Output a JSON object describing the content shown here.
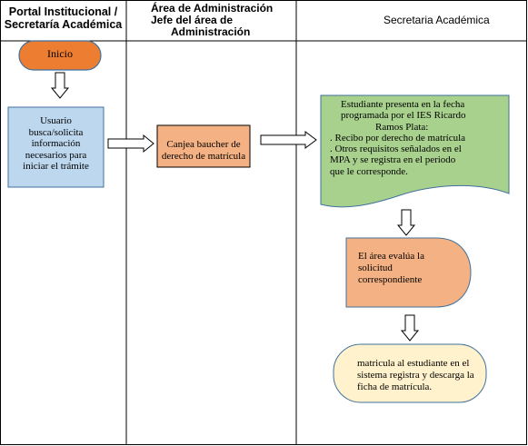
{
  "lanes": [
    {
      "title_line1": "Portal Institucional /",
      "title_line2": "Secretaría Académica"
    },
    {
      "title_line1": "Área de Administración",
      "title_line2": "Jefe del área de",
      "title_line3": "Administración"
    },
    {
      "title_line1": "Secretaria Académica"
    }
  ],
  "nodes": {
    "start": {
      "label": "Inicio",
      "color": "#ED7D31"
    },
    "user_request": {
      "lines": [
        "Usuario",
        "busca/solicita",
        "información",
        "necesarios para",
        "iniciar el trámite"
      ],
      "color": "#BDD7EE"
    },
    "voucher": {
      "lines": [
        "Canjea baucher de",
        "derecho de matrícula"
      ],
      "color": "#F4B183"
    },
    "student_docs": {
      "lines": [
        "Estudiante presenta en la fecha",
        "programada por el IES Ricardo",
        "Ramos Plata:",
        ". Recibo por derecho de matrícula",
        ". Otros requisitos señalados en el",
        "MPA y se registra en el periodo",
        "que le corresponde."
      ],
      "color": "#A9D18E"
    },
    "evaluate": {
      "lines": [
        "El área evalúa la",
        "solicitud",
        "correspondiente"
      ],
      "color": "#F4B183"
    },
    "end": {
      "lines": [
        "matricula al estudiante en el",
        "sistema registra y descarga la",
        "ficha de matrícula."
      ],
      "color": "#FFF2CC"
    }
  },
  "colors": {
    "border": "#000000",
    "line": "#404040"
  }
}
